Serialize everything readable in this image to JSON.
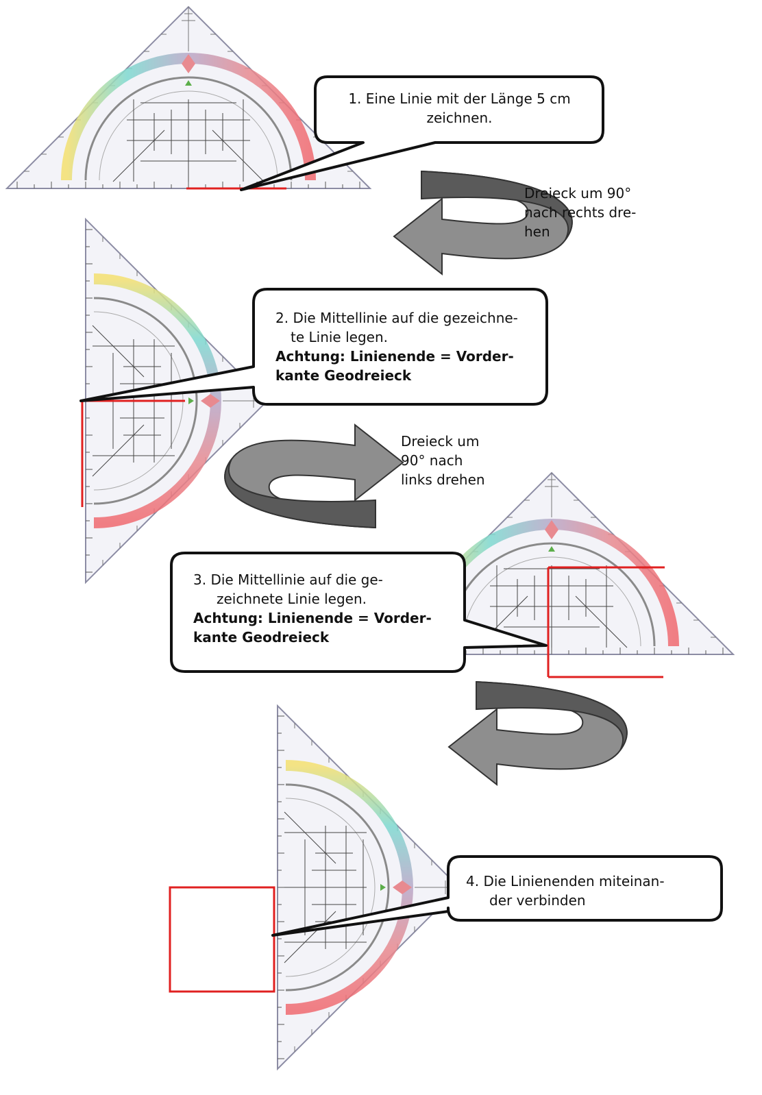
{
  "steps": [
    {
      "id": "1",
      "lines": [
        "1. Eine Linie mit der Länge 5 cm",
        "zeichnen."
      ],
      "bold": []
    },
    {
      "id": "2",
      "lines": [
        "2. Die Mittellinie auf die gezeichne-",
        "te Linie legen."
      ],
      "bold": [
        "Achtung: Linienende = Vorder-",
        "kante Geodreieck"
      ]
    },
    {
      "id": "3",
      "lines": [
        "3.  Die Mittellinie auf die ge-",
        "zeichnete Linie legen."
      ],
      "bold": [
        "Achtung: Linienende = Vorder-",
        "kante Geodreieck"
      ]
    },
    {
      "id": "4",
      "lines": [
        "4.  Die Linienenden miteinan-",
        "der verbinden"
      ],
      "bold": []
    }
  ],
  "rotations": [
    {
      "lines": [
        "Dreieck um 90°",
        "nach rechts dre-",
        "hen"
      ]
    },
    {
      "lines": [
        "Dreieck um",
        "90° nach",
        "links drehen"
      ]
    }
  ],
  "colors": {
    "line": "#e02020",
    "arrow_fill": "#8a8a8a",
    "arrow_dark": "#555555",
    "triangle_fill": "#f1f1f6",
    "triangle_stroke": "#8a8aa0"
  }
}
